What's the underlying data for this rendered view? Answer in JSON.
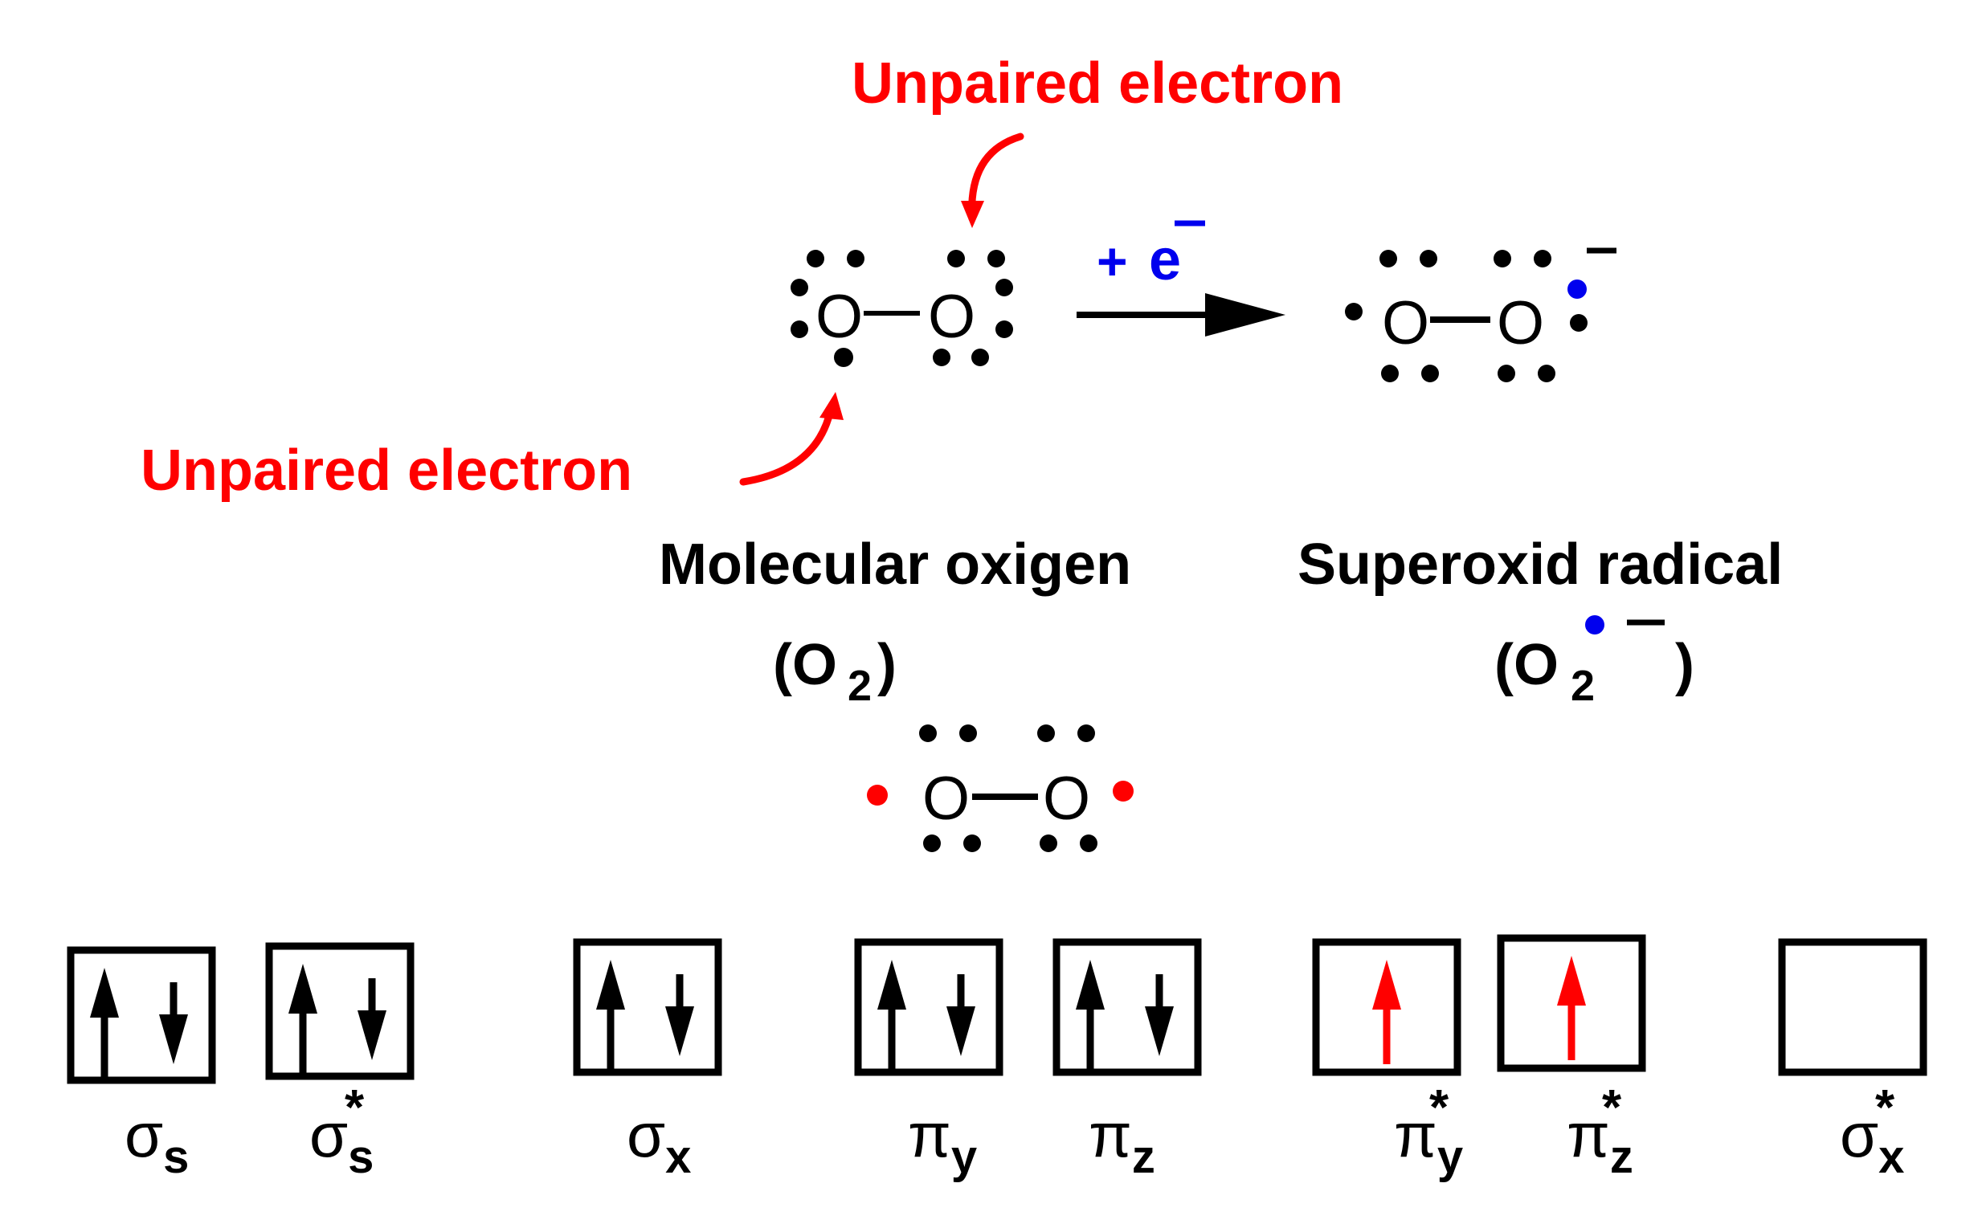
{
  "colors": {
    "black": "#000000",
    "red": "#ff0000",
    "blue": "#0000ee",
    "background": "#ffffff"
  },
  "labels": {
    "unpaired_top": "Unpaired electron",
    "unpaired_bottom": "Unpaired electron",
    "reaction_reagent_plus": "+",
    "reaction_reagent_e": "e",
    "reaction_reagent_charge": "–",
    "molecular_oxygen": "Molecular oxigen",
    "superoxide_radical": "Superoxid radical",
    "o2_formula_open": "(O",
    "o2_formula_sub": "2",
    "o2_formula_close": ")",
    "superoxide_formula_open": "(O",
    "superoxide_formula_sub": "2",
    "superoxide_formula_charge": "–",
    "superoxide_formula_close": ")",
    "superoxide_charge": "–"
  },
  "atoms": {
    "o": "O",
    "bond": "—"
  },
  "orbitals": [
    {
      "symbol": "σ",
      "sub": "s",
      "star": "",
      "electrons": "paired"
    },
    {
      "symbol": "σ",
      "sub": "s",
      "star": "*",
      "electrons": "paired"
    },
    {
      "symbol": "σ",
      "sub": "x",
      "star": "",
      "electrons": "paired"
    },
    {
      "symbol": "π",
      "sub": "y",
      "star": "",
      "electrons": "paired"
    },
    {
      "symbol": "π",
      "sub": "z",
      "star": "",
      "electrons": "paired"
    },
    {
      "symbol": "π",
      "sub": "y",
      "star": "*",
      "electrons": "single-up-red"
    },
    {
      "symbol": "π",
      "sub": "z",
      "star": "*",
      "electrons": "single-up-red"
    },
    {
      "symbol": "σ",
      "sub": "x",
      "star": "*",
      "electrons": "empty"
    }
  ]
}
